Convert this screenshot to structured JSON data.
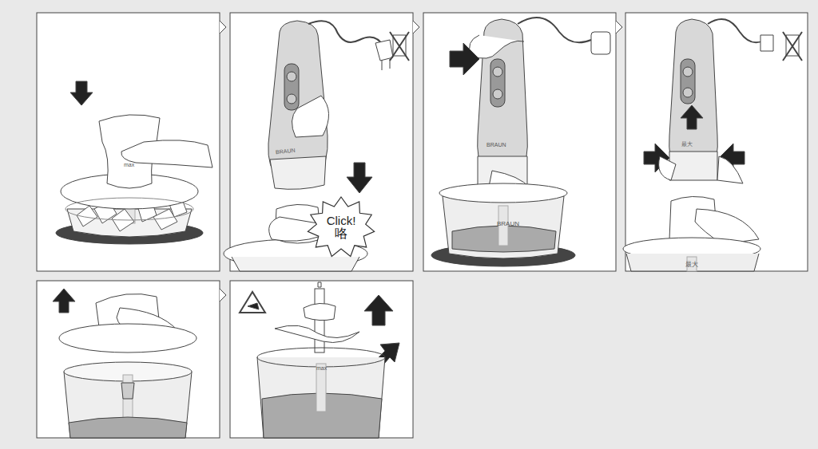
{
  "diagram": {
    "nodes": [
      {
        "text": [
          "Click!",
          "咯"
        ]
      }
    ],
    "labels": [
      "max",
      "BRAUN",
      "BRAUN",
      "最大",
      "BRAUN",
      "最大",
      "max"
    ]
  }
}
